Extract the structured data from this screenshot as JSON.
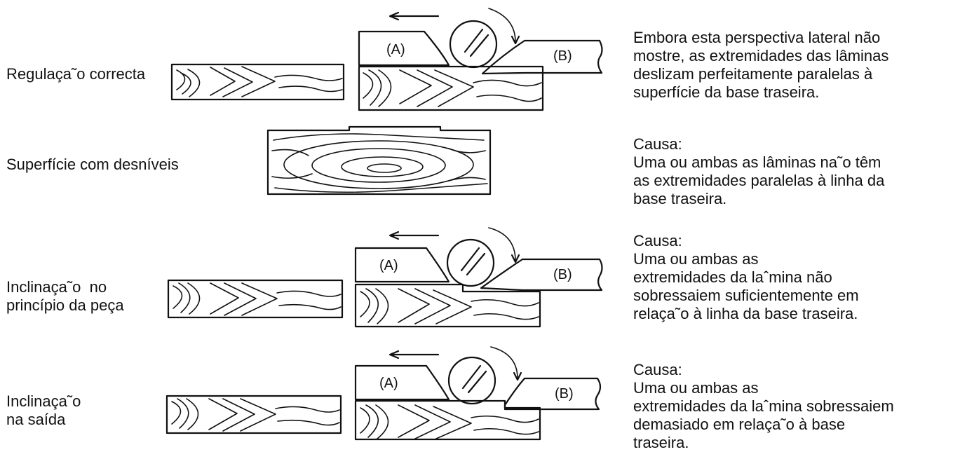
{
  "rows": [
    {
      "label": "Regulaça˜o correcta",
      "description": "Embora esta perspectiva lateral não\nmostre, as extremidades das lâminas\ndeslizam perfeitamente paralelas à\nsuperfície da base traseira."
    },
    {
      "label": "Superfície com desníveis",
      "description": "Causa:\nUma ou ambas as lâminas na˜o têm\nas extremidades paralelas à linha da\nbase traseira."
    },
    {
      "label": "Inclinaça˜o  no\nprincípio da peça",
      "description": "Causa:\nUma ou ambas as\nextremidades da laˆmina não\nsobressaiem suficientemente em\nrelaça˜o à linha da base traseira."
    },
    {
      "label": "Inclinaça˜o\nna saída",
      "description": "Causa:\nUma ou ambas as\nextremidades da laˆmina sobressaiem\ndemasiado em relaça˜o à base\ntraseira."
    }
  ],
  "diagram": {
    "plate_a_label": "(A)",
    "plate_b_label": "(B)"
  }
}
